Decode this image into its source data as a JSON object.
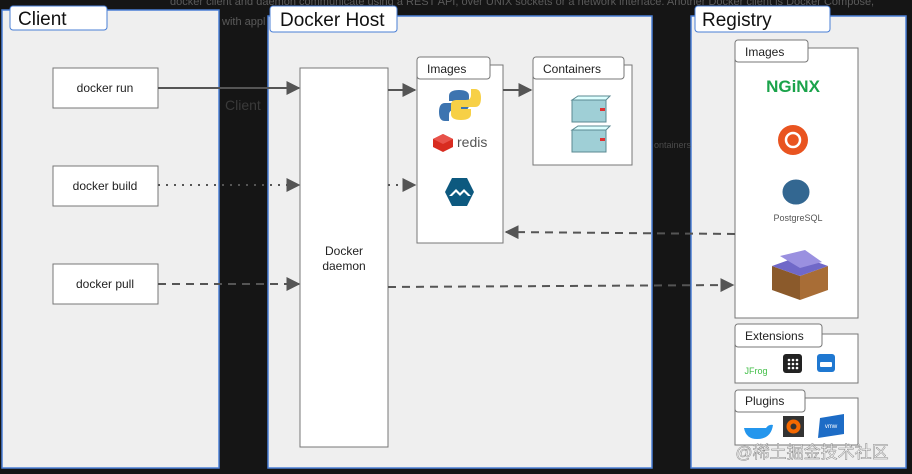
{
  "background": {
    "line1": "docker client and daemon communicate using a REST API, over UNIX sockets or a network interface. Another Docker client is Docker Compose,",
    "line2": "with appl",
    "client_label": "Client",
    "containers_label": "ontainers"
  },
  "client": {
    "title": "Client",
    "commands": [
      "docker run",
      "docker build",
      "docker pull"
    ]
  },
  "host": {
    "title": "Docker Host",
    "daemon_line1": "Docker",
    "daemon_line2": "daemon",
    "images_label": "Images",
    "containers_label": "Containers",
    "image_icons": [
      "python-icon",
      "redis-icon",
      "alpine-icon"
    ],
    "redis_text": "redis"
  },
  "registry": {
    "title": "Registry",
    "images_label": "Images",
    "nginx_text": "NGiNX",
    "postgres_text": "PostgreSQL",
    "image_icons": [
      "nginx-icon",
      "ubuntu-icon",
      "postgresql-icon",
      "box-icon"
    ],
    "extensions_label": "Extensions",
    "extension_icons": [
      "jfrog-icon",
      "grid-app-icon",
      "disk-icon"
    ],
    "jfrog_text": "JFrog",
    "plugins_label": "Plugins",
    "plugin_icons": [
      "docker-whale-icon",
      "grafana-icon",
      "vmware-icon"
    ],
    "vmware_text": "vmw"
  },
  "watermark": "@稀土掘金技术社区",
  "colors": {
    "panel": "#efefef",
    "panel_border": "#4a7fd6",
    "arrow": "#555555",
    "nginx": "#1aa34a",
    "ubuntu": "#e95420",
    "alpine": "#0d597f",
    "redis": "#d82c20"
  }
}
